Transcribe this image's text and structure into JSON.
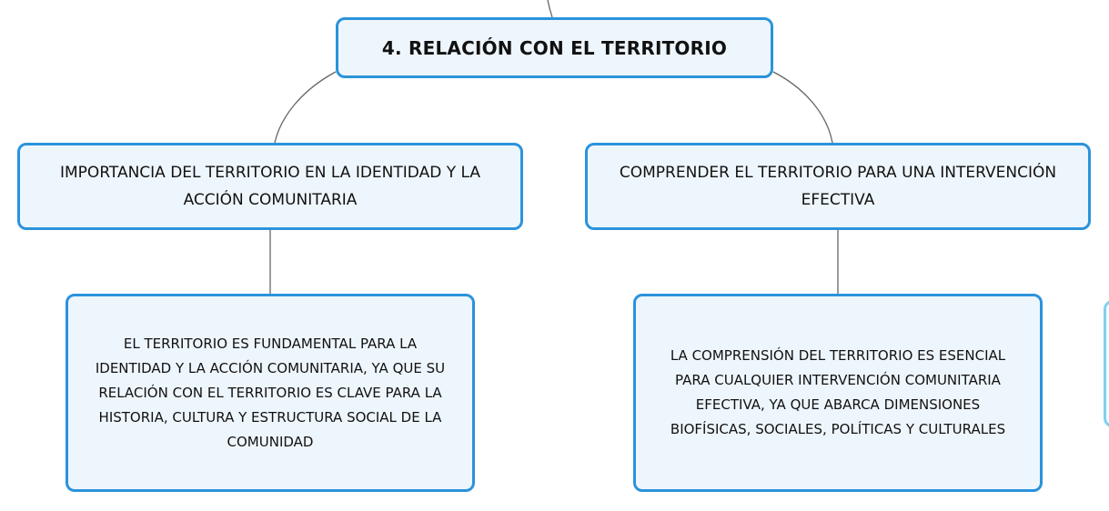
{
  "root": {
    "title": "4. RELACIÓN CON EL TERRITORIO"
  },
  "branches": [
    {
      "label": "IMPORTANCIA DEL TERRITORIO EN LA IDENTIDAD Y LA ACCIÓN COMUNITARIA",
      "detail": "EL TERRITORIO ES FUNDAMENTAL PARA LA IDENTIDAD Y LA ACCIÓN COMUNITARIA, YA QUE SU RELACIÓN CON EL TERRITORIO ES CLAVE PARA LA HISTORIA, CULTURA Y ESTRUCTURA SOCIAL DE LA COMUNIDAD"
    },
    {
      "label": "COMPRENDER EL TERRITORIO PARA UNA INTERVENCIÓN EFECTIVA",
      "detail": "LA COMPRENSIÓN DEL TERRITORIO ES ESENCIAL PARA CUALQUIER INTERVENCIÓN COMUNITARIA EFECTIVA, YA QUE ABARCA DIMENSIONES BIOFÍSICAS, SOCIALES, POLÍTICAS Y CULTURALES"
    }
  ],
  "colors": {
    "node_border": "#2b93dc",
    "node_fill": "#eef6fd",
    "connector": "#666666",
    "partial_node_border": "#7fd2f0"
  }
}
